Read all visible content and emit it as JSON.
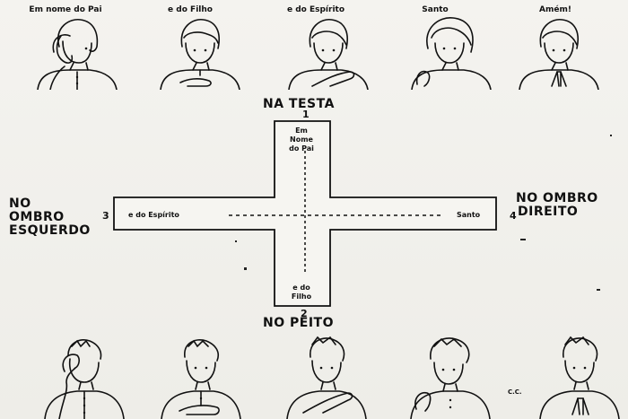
{
  "top_captions": [
    "Em nome do Pai",
    "e do Filho",
    "e do Espírito",
    "Santo",
    "Amém!"
  ],
  "positions": {
    "forehead": {
      "label": "NA TESTA",
      "number": "1",
      "words": [
        "Em",
        "Nome",
        "do Pai"
      ]
    },
    "chest": {
      "label": "NO PEITO",
      "number": "2",
      "words": [
        "e do",
        "Filho"
      ]
    },
    "left_shoulder": {
      "label_lines": [
        "NO",
        "OMBRO",
        "ESQUERDO"
      ],
      "number": "3",
      "words": "e do Espírito"
    },
    "right_shoulder": {
      "label_lines": [
        "NO OMBRO",
        "DIREITO"
      ],
      "number": "4",
      "words": "Santo"
    }
  },
  "signature": "C.C.",
  "icons": [
    "girl-praying-figure",
    "boy-praying-figure"
  ]
}
